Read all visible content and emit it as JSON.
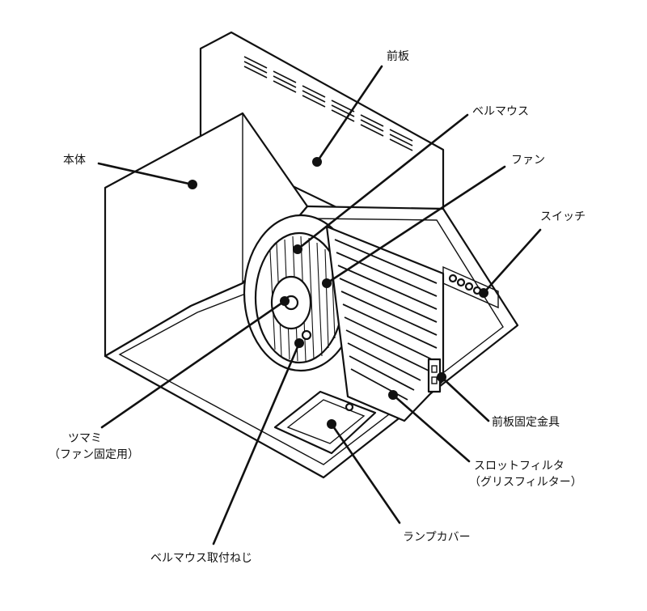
{
  "diagram": {
    "labels": {
      "front_panel": "前板",
      "bell_mouth": "ベルマウス",
      "fan": "ファン",
      "body": "本体",
      "switch": "スイッチ",
      "knob_line1": "ツマミ",
      "knob_line2": "（ファン固定用）",
      "front_panel_bracket": "前板固定金具",
      "slot_filter_line1": "スロットフィルタ",
      "slot_filter_line2": "（グリスフィルター）",
      "lamp_cover": "ランプカバー",
      "bell_mouth_screw": "ベルマウス取付ねじ"
    },
    "colors": {
      "ink": "#111111",
      "paper": "#ffffff"
    }
  }
}
